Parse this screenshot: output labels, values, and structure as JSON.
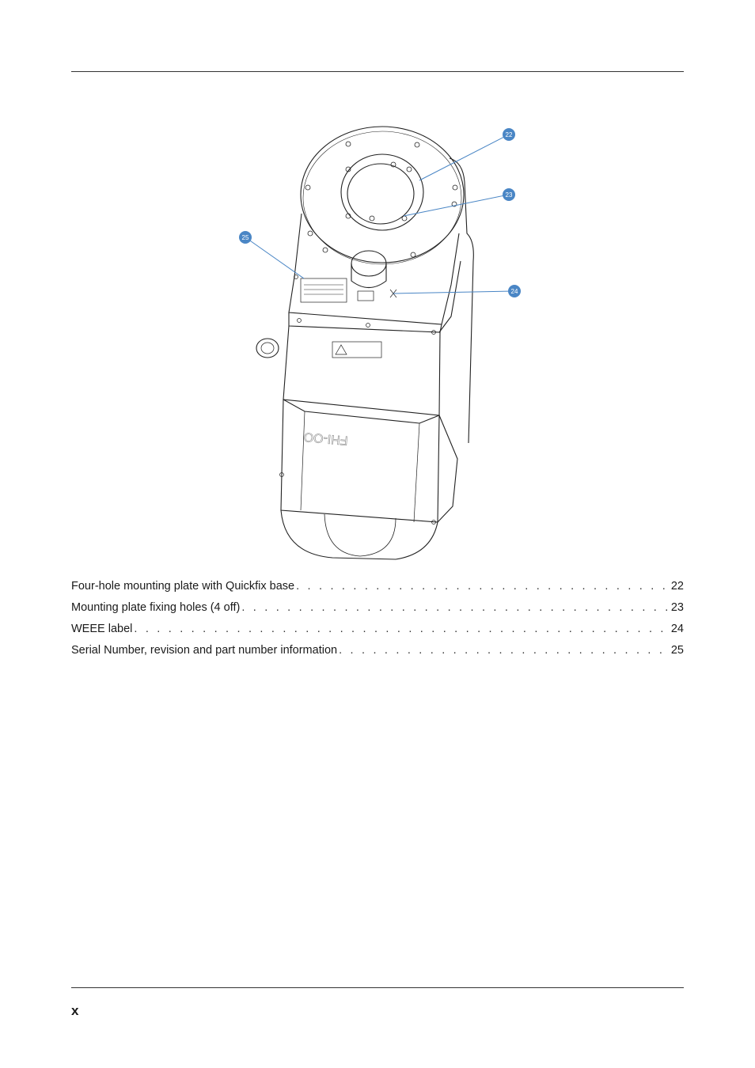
{
  "figure": {
    "callouts": [
      "22",
      "23",
      "24",
      "25"
    ]
  },
  "toc": [
    {
      "label": "Four-hole mounting plate with Quickfix base",
      "page": "22"
    },
    {
      "label": "Mounting plate fixing holes (4 off)",
      "page": "23"
    },
    {
      "label": "WEEE label",
      "page": "24"
    },
    {
      "label": "Serial Number, revision and part number information",
      "page": "25"
    }
  ],
  "footer": {
    "folio": "x"
  },
  "colors": {
    "callout": "#4a86c5",
    "line": "#222222"
  }
}
